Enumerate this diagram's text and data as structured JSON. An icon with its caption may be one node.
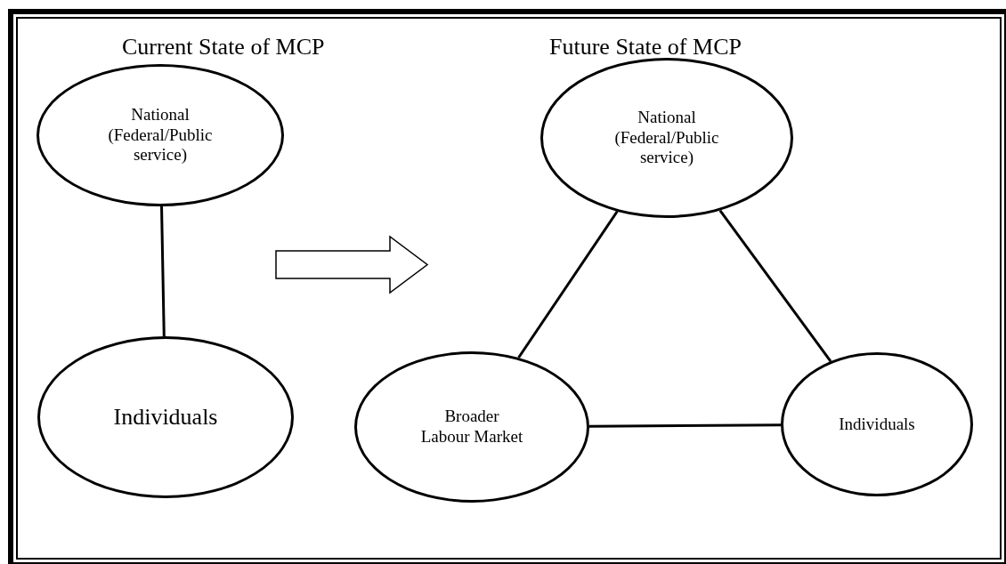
{
  "diagram": {
    "nodes": [
      {
        "text": [
          "National (Federal/Public service)"
        ]
      },
      {
        "text": [
          "Individuals"
        ]
      },
      {
        "text": [
          "National (Federal/Public service)"
        ]
      },
      {
        "text": [
          "Broader Labour Market"
        ]
      },
      {
        "text": [
          "Individuals"
        ]
      }
    ],
    "edges": [
      {
        "from": 0,
        "to": 1,
        "arrow": "none"
      },
      {
        "from": 2,
        "to": 3,
        "arrow": "none"
      },
      {
        "from": 2,
        "to": 4,
        "arrow": "none"
      },
      {
        "from": 3,
        "to": 4,
        "arrow": "none"
      }
    ],
    "labels": [
      "Current State of MCP",
      "Future State of MCP"
    ]
  }
}
